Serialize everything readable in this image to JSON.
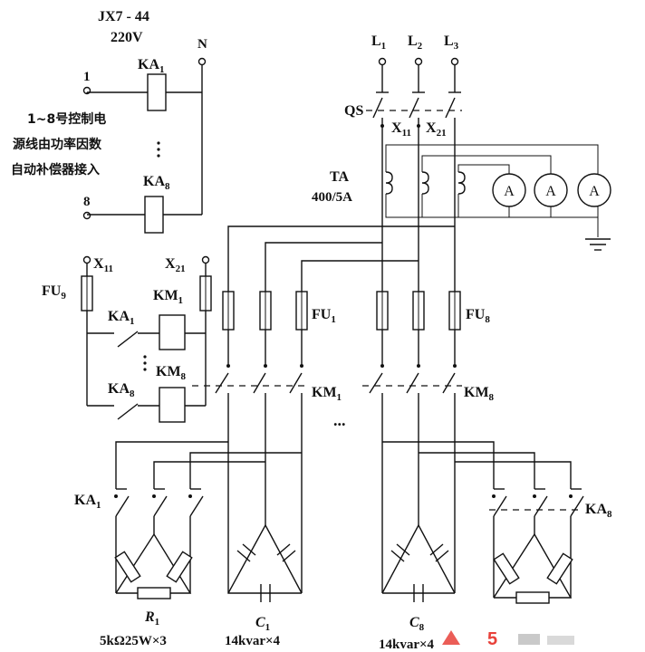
{
  "relay_header": {
    "model": "JX7 - 44",
    "voltage": "220V"
  },
  "neutral": "N",
  "coil_top": {
    "terminal": "1",
    "name": "KA",
    "sub": "1"
  },
  "coil_bottom": {
    "terminal": "8",
    "name": "KA",
    "sub": "8"
  },
  "note_lines": [
    "1~8号控制电",
    "源线由功率因数",
    "自动补偿器接入"
  ],
  "phases": [
    {
      "name": "L",
      "sub": "1"
    },
    {
      "name": "L",
      "sub": "2"
    },
    {
      "name": "L",
      "sub": "3"
    }
  ],
  "main_switch": "QS",
  "x11": {
    "name": "X",
    "sub": "11"
  },
  "x21": {
    "name": "X",
    "sub": "21"
  },
  "ct": {
    "name": "TA",
    "ratio": "400/5A"
  },
  "ammeter_symbol": "A",
  "control": {
    "x11": {
      "name": "X",
      "sub": "11"
    },
    "x21": {
      "name": "X",
      "sub": "21"
    },
    "fuse": {
      "name": "FU",
      "sub": "9"
    },
    "ka1": {
      "name": "KA",
      "sub": "1"
    },
    "km1": {
      "name": "KM",
      "sub": "1"
    },
    "ka8": {
      "name": "KA",
      "sub": "8"
    },
    "km8": {
      "name": "KM",
      "sub": "8"
    }
  },
  "fu1": {
    "name": "FU",
    "sub": "1"
  },
  "fu8": {
    "name": "FU",
    "sub": "8"
  },
  "km1_main": {
    "name": "KM",
    "sub": "1"
  },
  "km8_main": {
    "name": "KM",
    "sub": "8"
  },
  "ellipsis": "...",
  "ka1_discharge": {
    "name": "KA",
    "sub": "1"
  },
  "ka8_discharge": {
    "name": "KA",
    "sub": "8"
  },
  "r1": {
    "name": "R",
    "sub": "1",
    "spec": "5kΩ25W×3"
  },
  "c1": {
    "name": "C",
    "sub": "1",
    "spec": "14kvar×4"
  },
  "c8": {
    "name": "C",
    "sub": "8",
    "spec": "14kvar×4"
  },
  "watermark": {
    "text": "5",
    "color": "#e8413a"
  }
}
